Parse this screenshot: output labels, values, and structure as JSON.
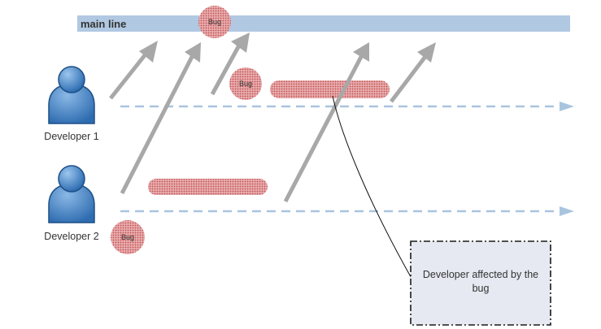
{
  "main_line": {
    "label": "main line",
    "color": "#b1c8e2"
  },
  "developers": [
    {
      "name": "Developer 1"
    },
    {
      "name": "Developer 2"
    }
  ],
  "bug_label": "Bug",
  "callout": {
    "text": "Developer affected by the bug"
  },
  "colors": {
    "developer_icon": "#3a7cc1",
    "developer_outline": "#1d4f85",
    "branch_dash": "#a9c4df",
    "merge_arrow": "#a8a8a8",
    "bug": "#c0504d",
    "callout_fill": "#e6e9f1"
  }
}
